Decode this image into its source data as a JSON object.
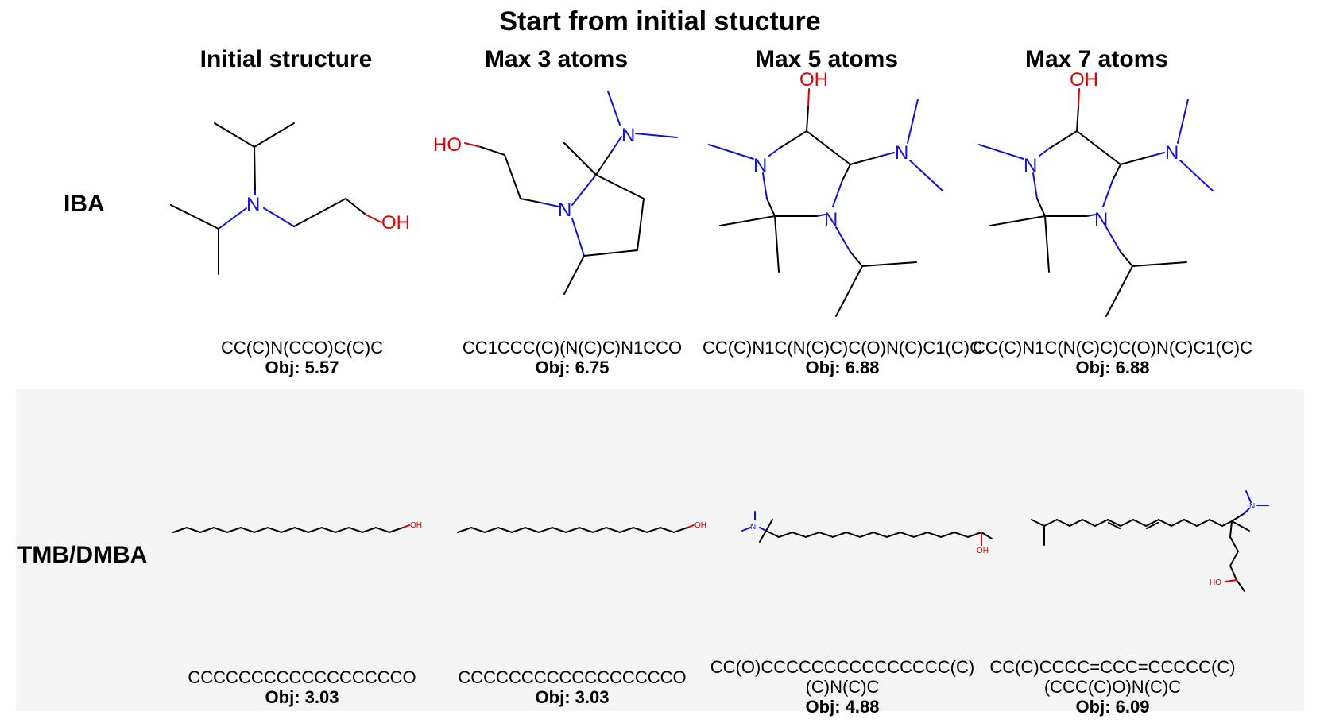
{
  "title": "Start from initial stucture",
  "columns": [
    "Initial structure",
    "Max 3 atoms",
    "Max 5 atoms",
    "Max 7 atoms"
  ],
  "rows": [
    {
      "label": "IBA",
      "cells": [
        {
          "smiles": [
            "CC(C)N(CCO)C(C)C"
          ],
          "obj": "Obj: 5.57"
        },
        {
          "smiles": [
            "CC1CCC(C)(N(C)C)N1CCO"
          ],
          "obj": "Obj: 6.75"
        },
        {
          "smiles": [
            "CC(C)N1C(N(C)C)C(O)N(C)C1(C)C"
          ],
          "obj": "Obj: 6.88"
        },
        {
          "smiles": [
            "CC(C)N1C(N(C)C)C(O)N(C)C1(C)C"
          ],
          "obj": "Obj: 6.88"
        }
      ]
    },
    {
      "label": "TMB/DMBA",
      "cells": [
        {
          "smiles": [
            "CCCCCCCCCCCCCCCCCO"
          ],
          "obj": "Obj: 3.03"
        },
        {
          "smiles": [
            "CCCCCCCCCCCCCCCCCO"
          ],
          "obj": "Obj: 3.03"
        },
        {
          "smiles": [
            "CC(O)CCCCCCCCCCCCCCC(C)",
            "(C)N(C)C"
          ],
          "obj": "Obj: 4.88"
        },
        {
          "smiles": [
            "CC(C)CCCC=CCC=CCCCC(C)",
            "(CCC(C)O)N(C)C"
          ],
          "obj": "Obj: 6.09"
        }
      ]
    }
  ],
  "atoms": {
    "N": "N",
    "OH": "OH",
    "HO": "HO"
  },
  "colors": {
    "nitrogen": "#1010e0",
    "oxygen": "#e00000",
    "band": "#f4f4f4"
  }
}
